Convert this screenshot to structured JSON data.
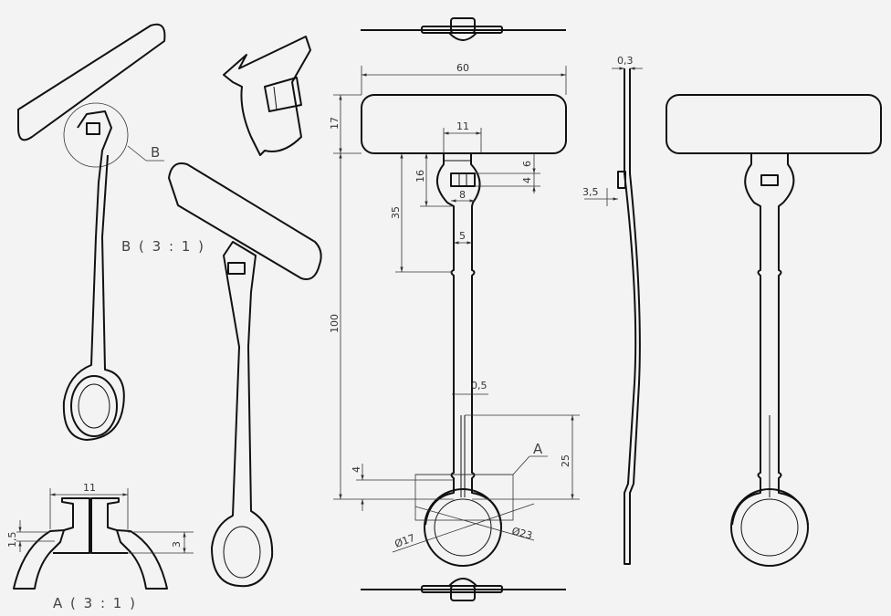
{
  "drawing": {
    "front_view": {
      "width": "60",
      "header_height": "17",
      "slot_width": "11",
      "neck_depth": "16",
      "slot_offset": "6",
      "slot_height": "4",
      "slot_inner": "8",
      "notch_distance": "35",
      "stem_width": "5",
      "total_length": "100",
      "slit_width": "0,5",
      "slit_length": "25",
      "ring_offset": "4",
      "detail_marker": "A",
      "inner_diameter": "Ø17",
      "outer_diameter": "Ø23"
    },
    "side_view": {
      "thickness": "0,3",
      "clip_depth": "3,5"
    },
    "iso_view": {
      "detail_marker": "B"
    },
    "detail_b": {
      "title": "B ( 3 : 1 )"
    },
    "detail_a": {
      "title": "A ( 3 : 1 )",
      "width": "11",
      "lip": "1,5",
      "depth": "3"
    }
  }
}
